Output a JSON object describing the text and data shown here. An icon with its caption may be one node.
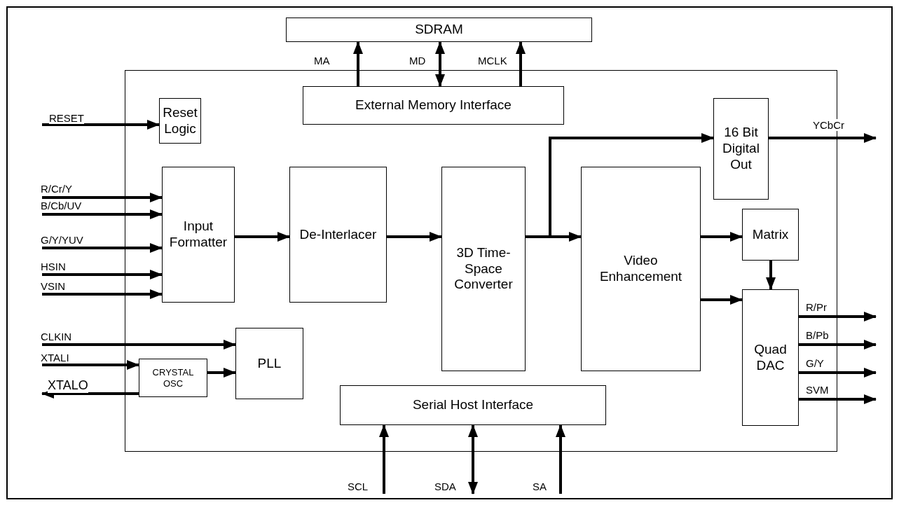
{
  "diagram": {
    "nodes": [
      {
        "text": [
          "SDRAM"
        ]
      },
      {
        "text": [],
        "shape": "box"
      },
      {
        "text": [
          "External Memory Interface"
        ],
        "in": 1
      },
      {
        "text": [
          "Reset Logic"
        ],
        "in": 1
      },
      {
        "text": [
          "16 Bit Digital Out"
        ],
        "in": 1
      },
      {
        "text": [
          "Input Formatter"
        ],
        "in": 1
      },
      {
        "text": [
          "De-Interlacer"
        ],
        "in": 1
      },
      {
        "text": [
          "3D Time-Space Converter"
        ],
        "in": 1
      },
      {
        "text": [
          "Video Enhancement"
        ],
        "in": 1
      },
      {
        "text": [
          "Matrix"
        ],
        "in": 1
      },
      {
        "text": [
          "Quad DAC"
        ],
        "in": 1
      },
      {
        "text": [
          "PLL"
        ],
        "in": 1
      },
      {
        "text": [
          "CRYSTAL OSC"
        ],
        "in": 1
      },
      {
        "text": [
          "Serial Host Interface"
        ],
        "in": 1
      }
    ],
    "edges": [
      {
        "from": 2,
        "to": 0,
        "arrow": "to",
        "label": "MA"
      },
      {
        "from": 2,
        "to": 0,
        "arrow": "both",
        "label": "MD"
      },
      {
        "from": 2,
        "to": 0,
        "arrow": "to",
        "label": "MCLK"
      },
      {
        "from": null,
        "to": 3,
        "arrow": "to",
        "label": "RESET"
      },
      {
        "from": null,
        "to": 5,
        "arrow": "to",
        "label": "R/Cr/Y"
      },
      {
        "from": null,
        "to": 5,
        "arrow": "to",
        "label": "B/Cb/UV"
      },
      {
        "from": null,
        "to": 5,
        "arrow": "to",
        "label": "G/Y/YUV"
      },
      {
        "from": null,
        "to": 5,
        "arrow": "to",
        "label": "HSIN"
      },
      {
        "from": null,
        "to": 5,
        "arrow": "to",
        "label": "VSIN"
      },
      {
        "from": null,
        "to": 11,
        "arrow": "to",
        "label": "CLKIN"
      },
      {
        "from": null,
        "to": 12,
        "arrow": "to",
        "label": "XTALI"
      },
      {
        "from": 12,
        "to": null,
        "arrow": "to",
        "label": "XTALO"
      },
      {
        "from": 12,
        "to": 11,
        "arrow": "to"
      },
      {
        "from": 5,
        "to": 6,
        "arrow": "to"
      },
      {
        "from": 6,
        "to": 7,
        "arrow": "to"
      },
      {
        "from": 7,
        "to": 8,
        "arrow": "to"
      },
      {
        "from": 7,
        "to": 4,
        "arrow": "to"
      },
      {
        "from": 4,
        "to": null,
        "arrow": "to",
        "label": "YCbCr"
      },
      {
        "from": 8,
        "to": 9,
        "arrow": "to"
      },
      {
        "from": 8,
        "to": 10,
        "arrow": "to"
      },
      {
        "from": 9,
        "to": 10,
        "arrow": "to"
      },
      {
        "from": 10,
        "to": null,
        "arrow": "to",
        "label": "R/Pr"
      },
      {
        "from": 10,
        "to": null,
        "arrow": "to",
        "label": "B/Pb"
      },
      {
        "from": 10,
        "to": null,
        "arrow": "to",
        "label": "G/Y"
      },
      {
        "from": 10,
        "to": null,
        "arrow": "to",
        "label": "SVM"
      },
      {
        "from": null,
        "to": 13,
        "arrow": "to",
        "label": "SCL"
      },
      {
        "from": null,
        "to": 13,
        "arrow": "both",
        "label": "SDA"
      },
      {
        "from": null,
        "to": 13,
        "arrow": "to",
        "label": "SA"
      }
    ]
  }
}
